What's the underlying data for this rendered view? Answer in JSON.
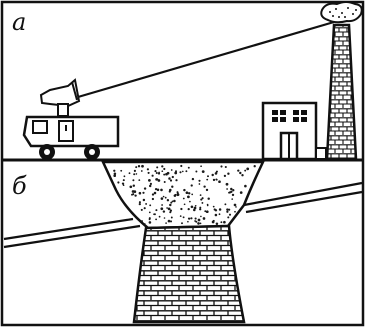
{
  "panels": {
    "top": {
      "label": "а"
    },
    "bottom": {
      "label": "б"
    }
  },
  "colors": {
    "ink": "#111111",
    "paper": "#ffffff",
    "stipple": "#1a1a1a"
  },
  "icons": [
    "vehicle-with-emitter",
    "building",
    "chimney-with-smoke",
    "crater-funnel",
    "brick-column",
    "sloped-layer"
  ]
}
